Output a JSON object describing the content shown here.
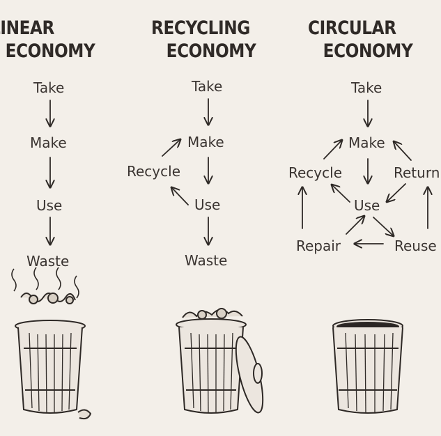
{
  "columns": [
    {
      "title_line1": "LINEAR",
      "title_line2": "ECONOMY",
      "steps": [
        "Take",
        "Make",
        "Use",
        "Waste"
      ]
    },
    {
      "title_line1": "RECYCLING",
      "title_line2": "ECONOMY",
      "steps": [
        "Take",
        "Make",
        "Use",
        "Waste"
      ],
      "loop_label": "Recycle"
    },
    {
      "title_line1": "CIRCULAR",
      "title_line2": "ECONOMY",
      "steps": [
        "Take",
        "Make",
        "Use"
      ],
      "loop_labels": [
        "Recycle",
        "Return",
        "Repair",
        "Reuse"
      ]
    }
  ],
  "icons": [
    "overflowing-trash-can-icon",
    "full-trash-can-with-open-lid-icon",
    "empty-trash-can-icon"
  ],
  "colors": {
    "background": "#f3efe9",
    "ink": "#2e2926"
  }
}
